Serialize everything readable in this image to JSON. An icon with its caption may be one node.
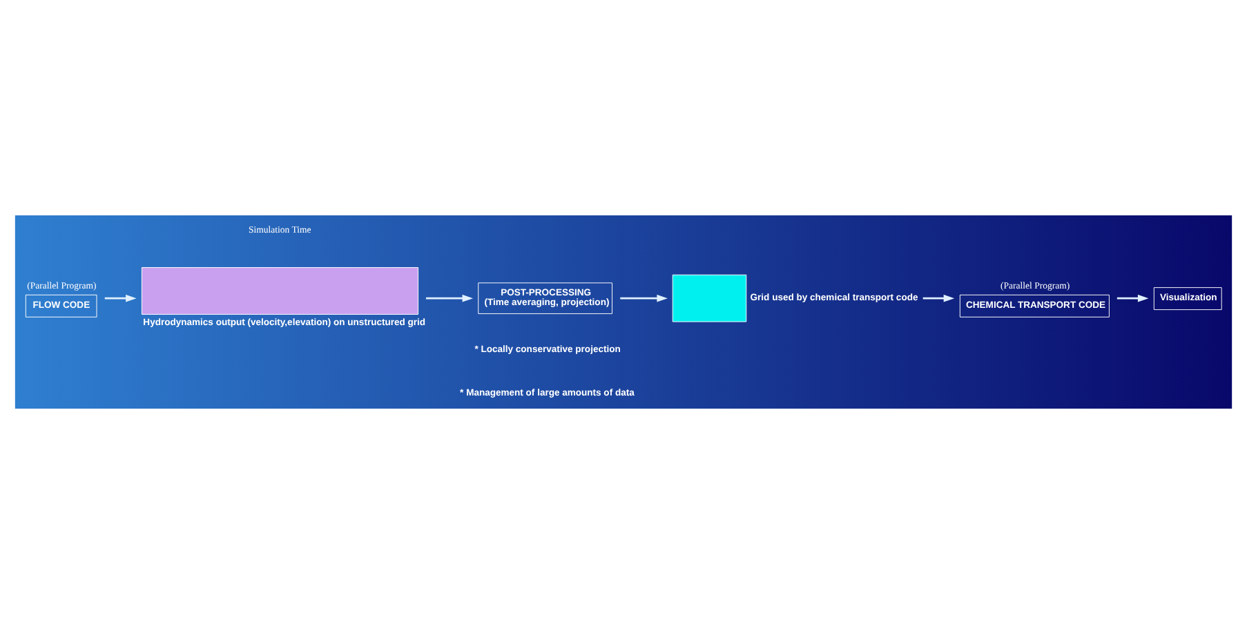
{
  "diagram": {
    "nodes": [
      {
        "text": [
          "FLOW CODE"
        ],
        "beside": [
          "(Parallel Program)"
        ]
      },
      {
        "text": [],
        "shape": "box",
        "beside": [
          "Hydrodynamics output (velocity,elevation) on unstructured grid"
        ]
      },
      {
        "text": [
          "POST-PROCESSING",
          "(Time averaging, projection)"
        ]
      },
      {
        "text": [],
        "shape": "box",
        "beside": [
          "Grid used by chemical transport code"
        ]
      },
      {
        "text": [
          "CHEMICAL TRANSPORT CODE"
        ],
        "beside": [
          "(Parallel Program)"
        ]
      },
      {
        "text": [
          "Visualization"
        ]
      }
    ],
    "edges": [
      {
        "from": 0,
        "to": 1,
        "arrow": "to"
      },
      {
        "from": 1,
        "to": 2,
        "arrow": "to"
      },
      {
        "from": 2,
        "to": 3,
        "arrow": "to"
      },
      {
        "from": 3,
        "to": 4,
        "arrow": "to"
      },
      {
        "from": 4,
        "to": 5,
        "arrow": "to"
      }
    ],
    "labels": [
      "Simulation Time",
      "* Locally conservative projection",
      "* Management of large amounts of data"
    ]
  }
}
